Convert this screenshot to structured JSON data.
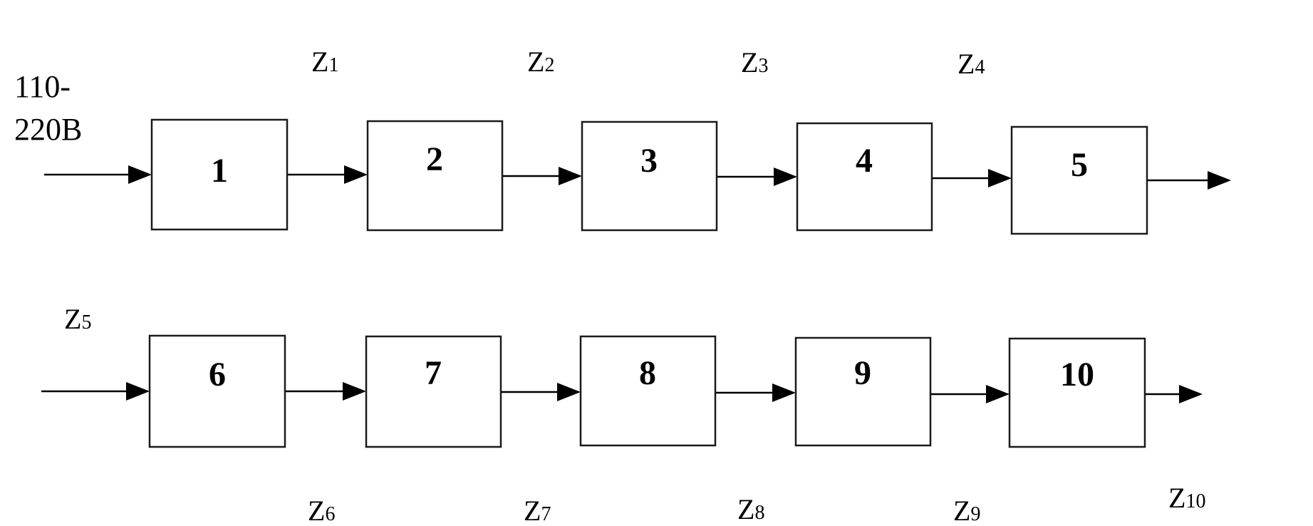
{
  "input": {
    "line1": "110-",
    "line2": "220B"
  },
  "blocks": [
    {
      "label": "1"
    },
    {
      "label": "2"
    },
    {
      "label": "3"
    },
    {
      "label": "4"
    },
    {
      "label": "5"
    },
    {
      "label": "6"
    },
    {
      "label": "7"
    },
    {
      "label": "8"
    },
    {
      "label": "9"
    },
    {
      "label": "10"
    }
  ],
  "signals": [
    {
      "base": "Z",
      "sub": "1"
    },
    {
      "base": "Z",
      "sub": "2"
    },
    {
      "base": "Z",
      "sub": "3"
    },
    {
      "base": "Z",
      "sub": "4"
    },
    {
      "base": "Z",
      "sub": "5"
    },
    {
      "base": "Z",
      "sub": "6"
    },
    {
      "base": "Z",
      "sub": "7"
    },
    {
      "base": "Z",
      "sub": "8"
    },
    {
      "base": "Z",
      "sub": "9"
    },
    {
      "base": "Z",
      "sub": "10"
    }
  ]
}
